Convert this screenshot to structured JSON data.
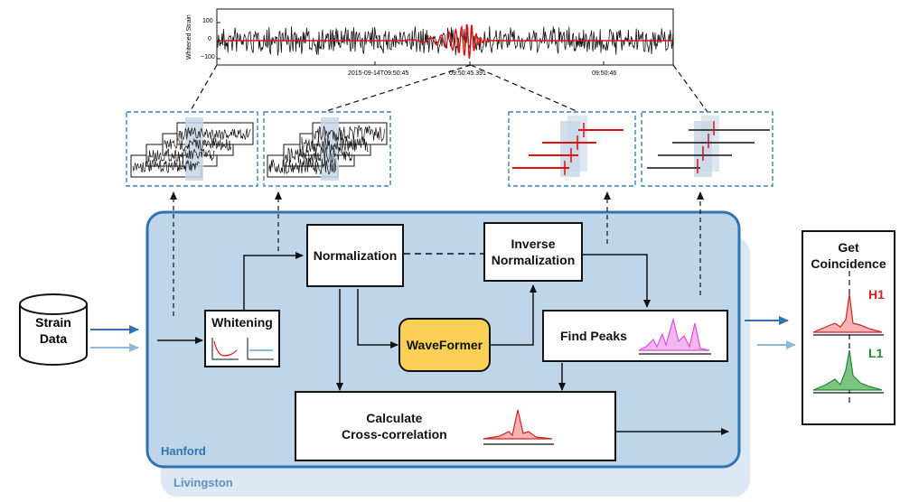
{
  "top_plot": {
    "ylabel": "Whitened Strain",
    "yticks": [
      "100",
      "0",
      "−100"
    ],
    "xticks": [
      "2015-09-14T09:50:45",
      "09:50:45.391",
      "09:50:46"
    ]
  },
  "regions": {
    "hanford": "Hanford",
    "livingston": "Livingston"
  },
  "blocks": {
    "strain_data": "Strain\nData",
    "whitening": "Whitening",
    "normalization": "Normalization",
    "inverse_normalization": "Inverse\nNormalization",
    "waveformer": "WaveFormer",
    "find_peaks": "Find Peaks",
    "cross_correlation": "Calculate\nCross-correlation",
    "get_coincidence": "Get\nCoincidence"
  },
  "detectors": {
    "h1": "H1",
    "l1": "L1"
  },
  "colors": {
    "hanford_blue": "#2f74b0",
    "livingston_light": "#8fb9dc",
    "waveformer_fill": "#f9cf55",
    "h1": "#d42020",
    "l1": "#1e8a2e",
    "peaks_magenta": "#e04be0"
  }
}
